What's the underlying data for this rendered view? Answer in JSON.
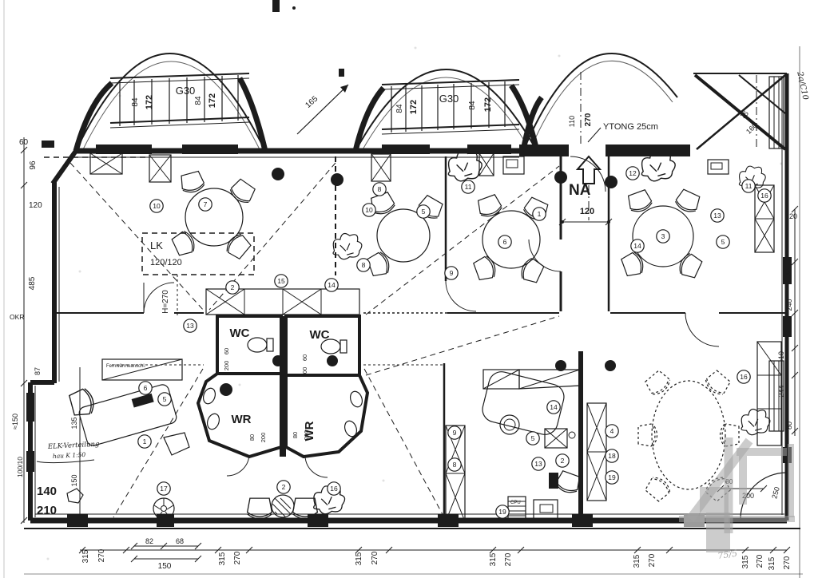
{
  "windows": {
    "g30": "G30",
    "d84": "84",
    "d172": "172"
  },
  "wall_labels": {
    "ytong": "YTONG 25cm",
    "corner_note": "2a/C10"
  },
  "entrance": {
    "na": "NA"
  },
  "rooms": {
    "wc": "WC",
    "wr": "WR"
  },
  "annot": {
    "lk": "LK",
    "lk_size": "120/120",
    "h270": "H=270",
    "elk1": "ELK-Verteilung",
    "elk2": "hau K 1:50",
    "fern": "Fernwärmeanschl.",
    "cpu": "CPU",
    "okr": "OKR",
    "d165": "165"
  },
  "dims": {
    "d60": "60",
    "d96": "96",
    "d120": "120",
    "d485": "485",
    "d87": "87",
    "d150": "150",
    "d150x": "≈150",
    "d100_10": "100/10",
    "d140": "140",
    "d210": "210",
    "d135": "135",
    "d315": "315",
    "d270": "270",
    "d82": "82",
    "d68": "68",
    "d110": "110",
    "d75": "75",
    "d160": "160",
    "d20": "20",
    "d48": "48",
    "d240": "240",
    "d10": "10",
    "d244": "244",
    "d80": "80",
    "d250": "250",
    "d200": "200"
  },
  "marks": {
    "m1": "1",
    "m2": "2",
    "m3": "3",
    "m4": "4",
    "m5": "5",
    "m6": "6",
    "m7": "7",
    "m8": "8",
    "m9": "9",
    "m10": "10",
    "m11": "11",
    "m12": "12",
    "m13": "13",
    "m14": "14",
    "m15": "15",
    "m16": "16",
    "m17": "17",
    "m18": "18",
    "m19": "19"
  },
  "watermark": {
    "code": "75/5"
  }
}
